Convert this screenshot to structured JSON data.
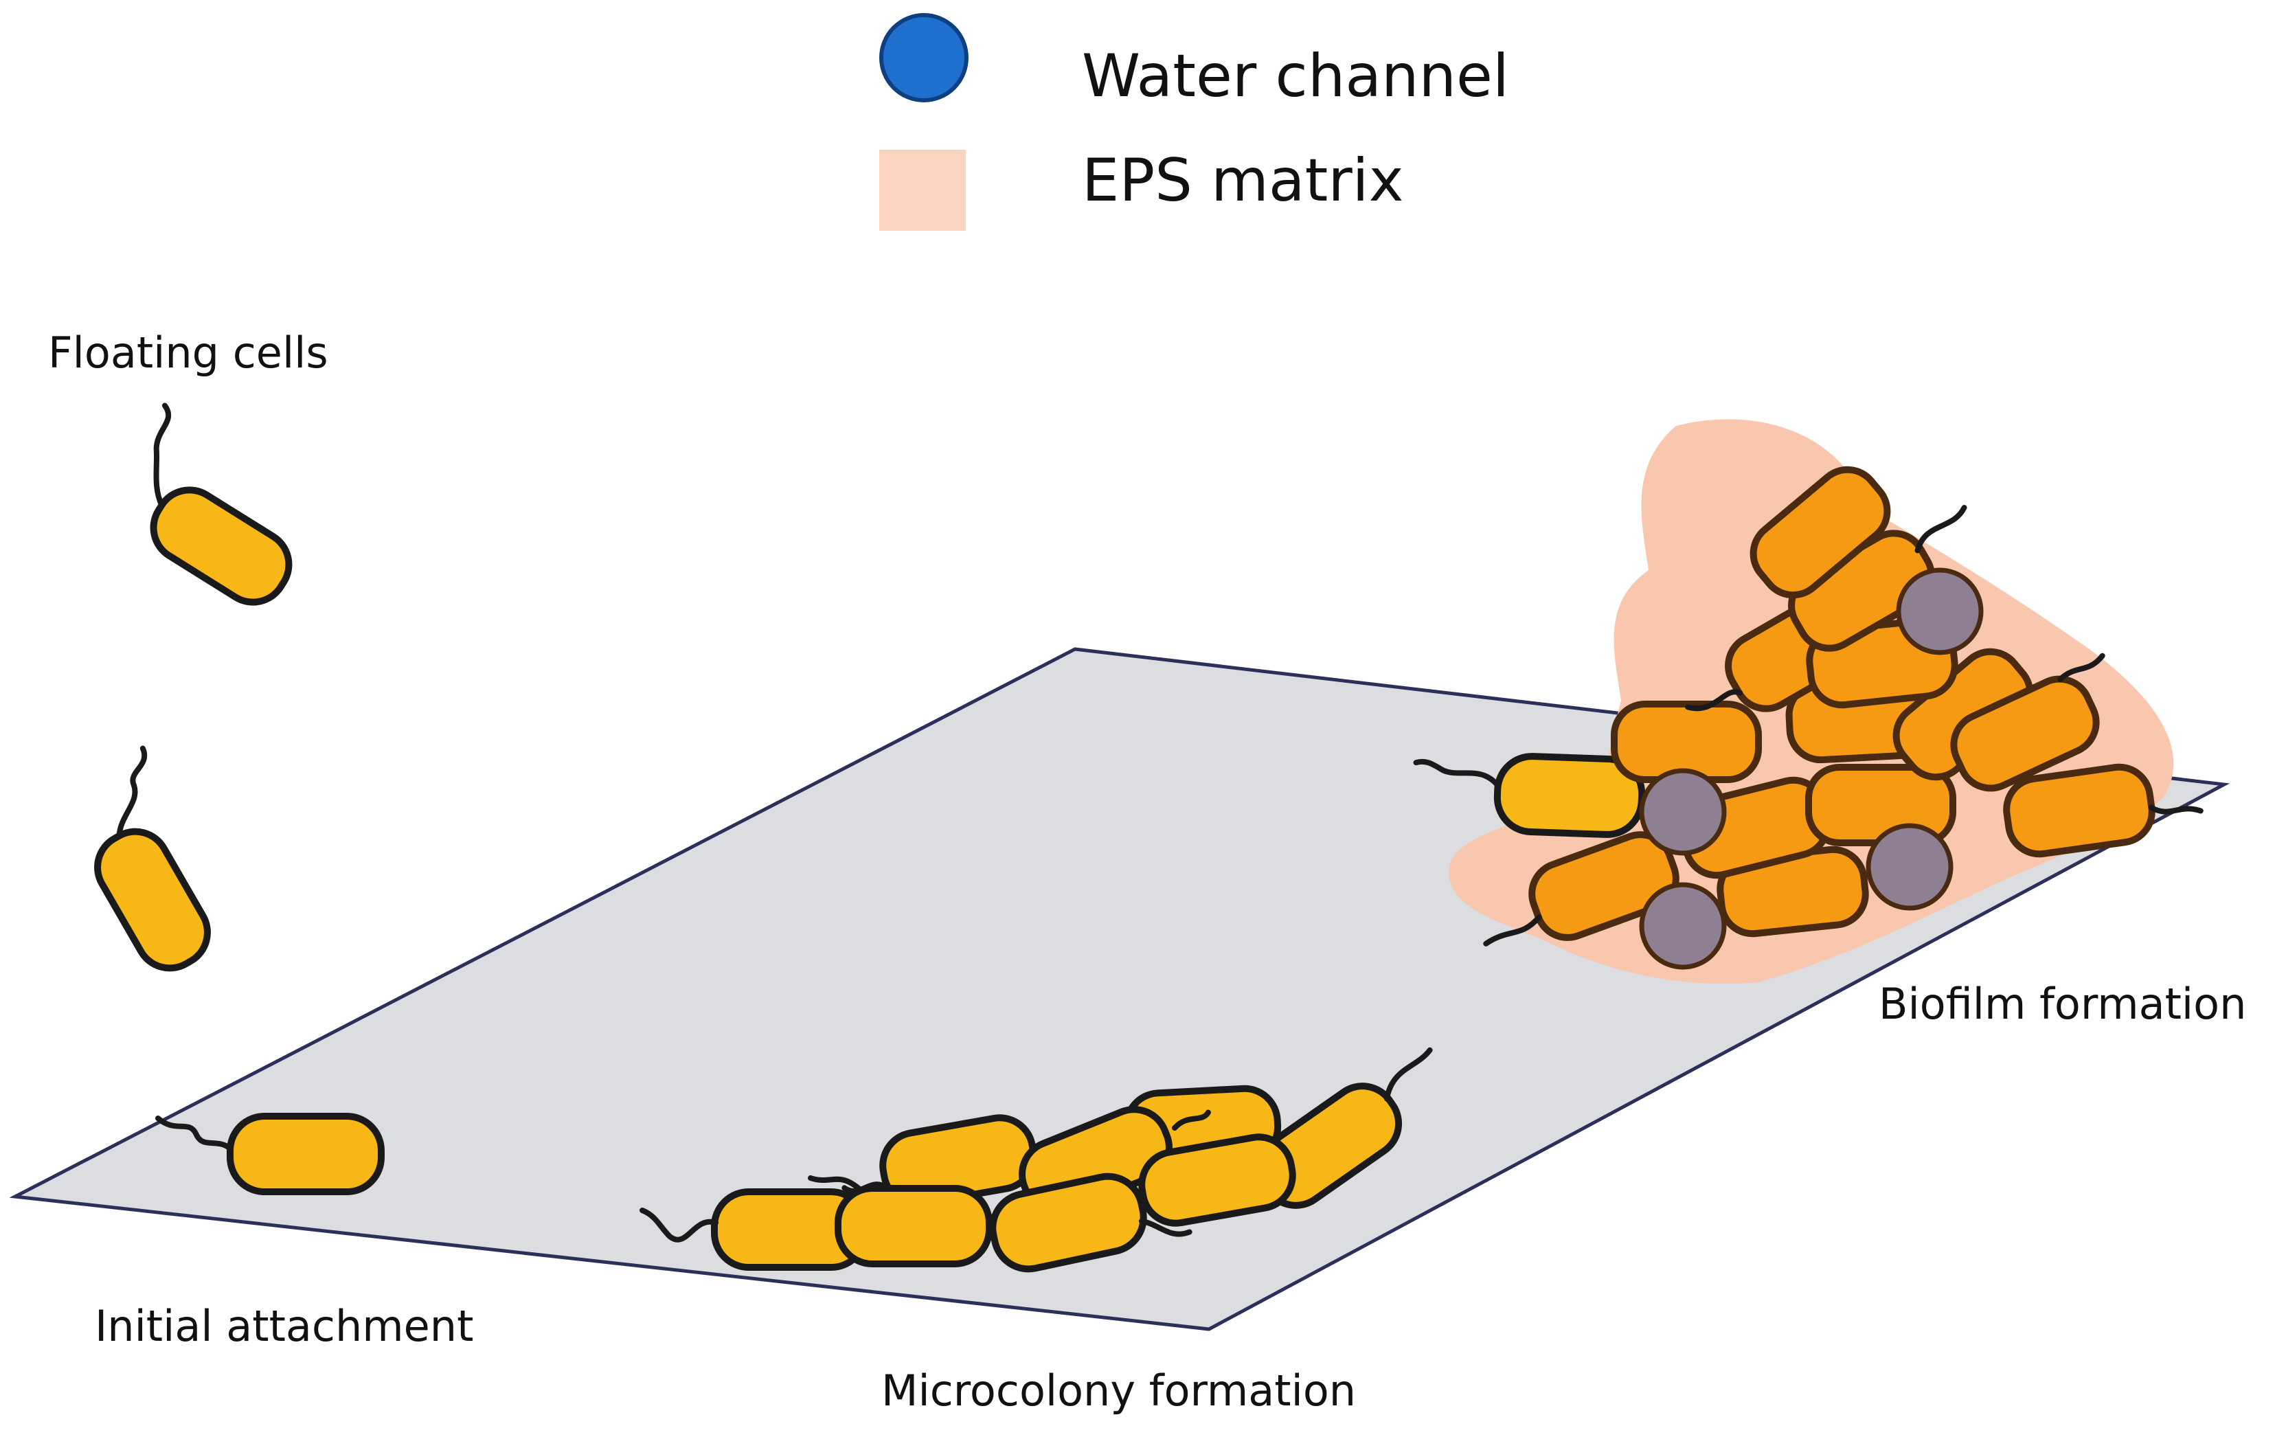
{
  "legend": {
    "items": [
      {
        "label": "Water channel",
        "color": "#1f6fcf",
        "icon": "blue-circle-icon"
      },
      {
        "label": "EPS matrix",
        "color": "#fbd4c0",
        "icon": "peach-square-icon"
      }
    ]
  },
  "stages": {
    "floating": "Floating cells",
    "initial": "Initial attachment",
    "microcolony": "Microcolony formation",
    "biofilm": "Biofilm formation"
  },
  "colors": {
    "surface": "#dcdde0",
    "cell_fill": "#f7b717",
    "biofilm_cell_fill": "#f59a12",
    "water_channel_in_biofilm": "#8e7f93",
    "eps_matrix": "#f9c7ad"
  }
}
